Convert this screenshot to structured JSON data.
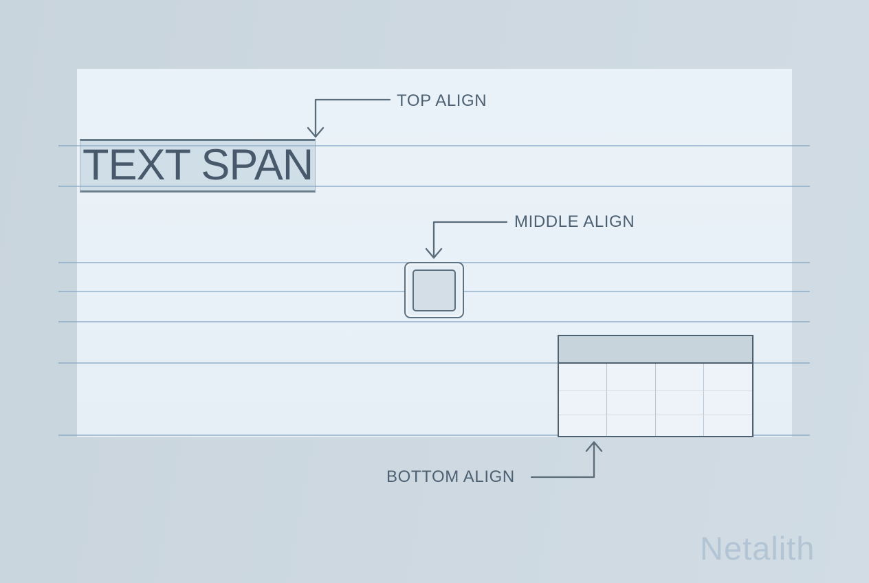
{
  "diagram": {
    "text_span": {
      "label": "TEXT SPAN"
    },
    "annotations": {
      "top": "TOP ALIGN",
      "middle": "MIDDLE ALIGN",
      "bottom": "BOTTOM ALIGN"
    },
    "ruled_lines_y": [
      211,
      270,
      381,
      423,
      467,
      527,
      632
    ],
    "table": {
      "header_rows": 1,
      "body_rows": 3,
      "columns": 4
    },
    "colors": {
      "page_bg": "#cdd8e0",
      "panel_bg": "#e9f1f8",
      "ruled_line": "#7fa3c2",
      "annotation_text": "#4d6071",
      "span_text": "#47596b",
      "arrow": "#5a6b7a",
      "table_border": "#4d6070",
      "table_header_bg": "#c8d4dc",
      "watermark": "#b0c2d3"
    }
  },
  "watermark": {
    "text": "Netalith"
  }
}
